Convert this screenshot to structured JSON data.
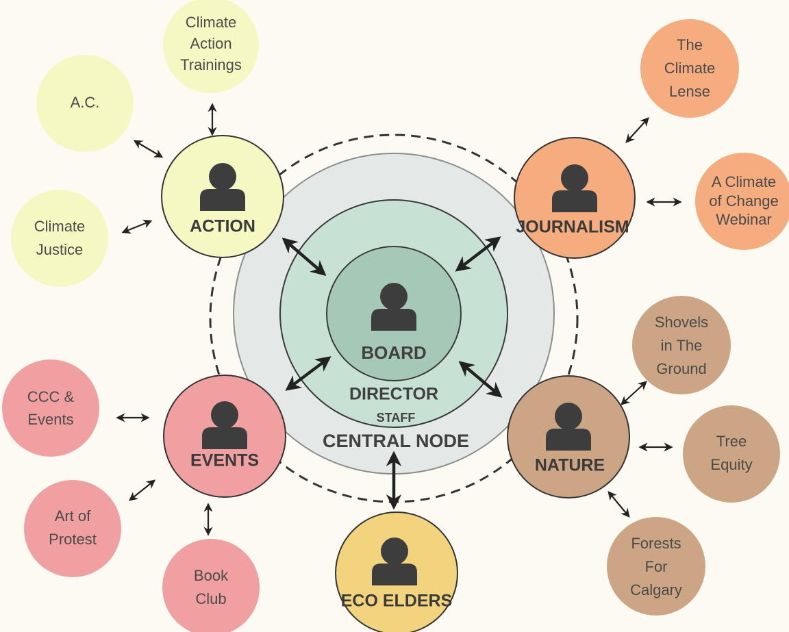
{
  "colors": {
    "background": "#fdfaf4",
    "action": "#f6f8c4",
    "journalism": "#f5ac7e",
    "events": "#f1a0a1",
    "nature": "#cca684",
    "eco_elders": "#f3d47e",
    "outer_ring": "#e4e9e7",
    "director_ring": "#c7e2d5",
    "board_ring": "#a5c8b7",
    "person_icon": "#3d3d3d",
    "line": "#222222"
  },
  "core": {
    "board_label": "BOARD",
    "director_label": "DIRECTOR",
    "staff_label": "STAFF",
    "central_label": "CENTRAL NODE",
    "icon": "person-icon"
  },
  "hubs": {
    "action": {
      "label": "ACTION",
      "icon": "person-icon"
    },
    "journalism": {
      "label": "JOURNALISM",
      "icon": "person-icon"
    },
    "events": {
      "label": "EVENTS",
      "icon": "person-icon"
    },
    "nature": {
      "label": "NATURE",
      "icon": "person-icon"
    },
    "eco_elders": {
      "label": "ECO ELDERS",
      "icon": "person-icon"
    }
  },
  "leaves": {
    "climate_action_trainings": [
      "Climate",
      "Action",
      "Trainings"
    ],
    "ac": [
      "A.C."
    ],
    "climate_justice": [
      "Climate",
      "Justice"
    ],
    "climate_lense": [
      "The",
      "Climate",
      "Lense"
    ],
    "climate_of_change": [
      "A Climate",
      "of Change",
      "Webinar"
    ],
    "ccc_events": [
      "CCC &",
      "Events"
    ],
    "art_of_protest": [
      "Art of",
      "Protest"
    ],
    "book_club": [
      "Book",
      "Club"
    ],
    "shovels": [
      "Shovels",
      "in The",
      "Ground"
    ],
    "tree_equity": [
      "Tree",
      "Equity"
    ],
    "forests": [
      "Forests",
      "For",
      "Calgary"
    ]
  }
}
